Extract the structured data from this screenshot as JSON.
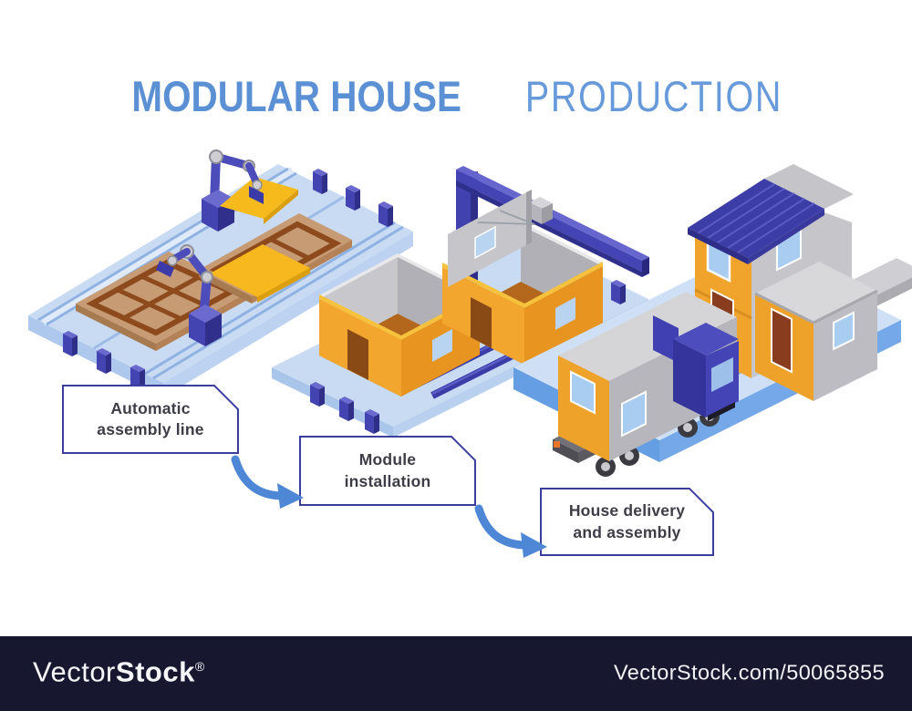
{
  "title": {
    "bold": "MODULAR HOUSE",
    "light": "PRODUCTION"
  },
  "steps": [
    {
      "line1": "Automatic",
      "line2": "assembly line"
    },
    {
      "line1": "Module",
      "line2": "installation"
    },
    {
      "line1": "House delivery",
      "line2": "and assembly"
    }
  ],
  "illustrations": {
    "assembly": "robotic-assembly-line-illustration",
    "installation": "crane-module-installation-illustration",
    "delivery": "truck-delivery-and-house-illustration"
  },
  "watermark": {
    "brand_light": "Vector",
    "brand_bold": "Stock",
    "registered": "®",
    "site_ref": "VectorStock.com/50065855"
  },
  "colors": {
    "title_blue": "#5b90d5",
    "label_border": "#3a3f9e",
    "label_text": "#3d3d47",
    "arrow_blue": "#4f87d7",
    "platform_blue": "#c8dbf3",
    "road_edge_blue": "#669ee3",
    "machine_purple": "#4343b2",
    "wall_orange": "#f2a62e",
    "panel_gray": "#c5c5ca",
    "roof_indigo": "#3d3da8",
    "bar_background": "#171730"
  }
}
